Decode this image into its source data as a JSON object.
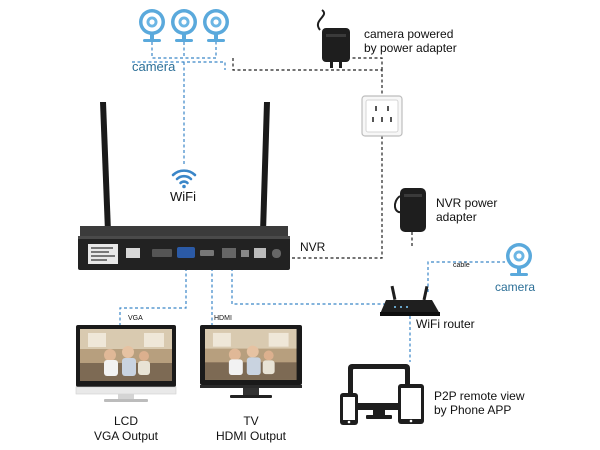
{
  "labels": {
    "camera_group": "camera",
    "camera_power_line1": "camera powered",
    "camera_power_line2": "by power  adapter",
    "wifi": "WiFi",
    "nvr_power_line1": "NVR power",
    "nvr_power_line2": "adapter",
    "nvr": "NVR",
    "cable": "cable",
    "camera_single": "camera",
    "wifi_router": "WiFi router",
    "vga_tag": "VGA",
    "hdmi_tag": "HDMI",
    "p2p_line1": "P2P remote view",
    "p2p_line2": "by Phone APP",
    "lcd_line1": "LCD",
    "lcd_line2": "VGA Output",
    "tv_line1": "TV",
    "tv_line2": "HDMI Output"
  },
  "colors": {
    "wire_blue": "#3a86c8",
    "wire_black": "#222222",
    "camera_blue": "#5aa9dc",
    "label_blue": "#2c6f97",
    "device_dark": "#1e1e1e"
  },
  "icons": [
    "camera-icon",
    "wifi-icon",
    "power-adapter-icon",
    "wall-socket-icon",
    "nvr-device",
    "wifi-router-icon",
    "monitor-icon",
    "phone-icon",
    "tablet-icon"
  ]
}
